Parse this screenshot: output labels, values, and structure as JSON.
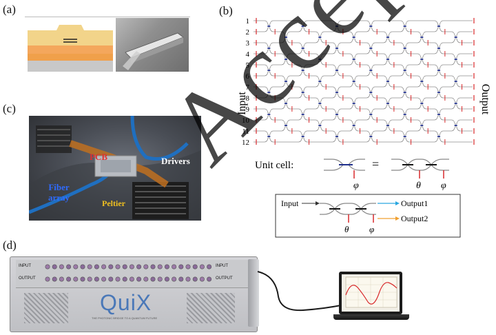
{
  "panels": {
    "a": "(a)",
    "b": "(b)",
    "c": "(c)",
    "d": "(d)"
  },
  "mesh": {
    "inputs_label": "Input",
    "outputs_label": "Output",
    "port_numbers": [
      "1",
      "2",
      "3",
      "4",
      "5",
      "6",
      "7",
      "8",
      "9",
      "10",
      "11",
      "12"
    ],
    "unit_cell_label": "Unit cell:",
    "equals": "=",
    "phi": "φ",
    "theta": "θ",
    "detail": {
      "input": "Input",
      "output1": "Output1",
      "output2": "Output2",
      "theta": "θ",
      "phi": "φ"
    }
  },
  "photo_c": {
    "pcb": "PCB",
    "drivers": "Drivers",
    "fiber_array_line1": "Fiber",
    "fiber_array_line2": "array",
    "peltier": "Peltier"
  },
  "device_d": {
    "input_left": "INPUT",
    "output_left": "OUTPUT",
    "input_right": "INPUT",
    "output_right": "OUTPUT",
    "brand": "QuiX",
    "tagline": "THE PHOTONIC BRIDGE TO A QUANTUM FUTURE"
  },
  "watermark": "Accepted Manuscript",
  "colors": {
    "blue_mark": "#1e2e8c",
    "red_mark": "#d8282a",
    "output1_arrow": "#2aa7e0",
    "output2_arrow": "#f0a030"
  }
}
